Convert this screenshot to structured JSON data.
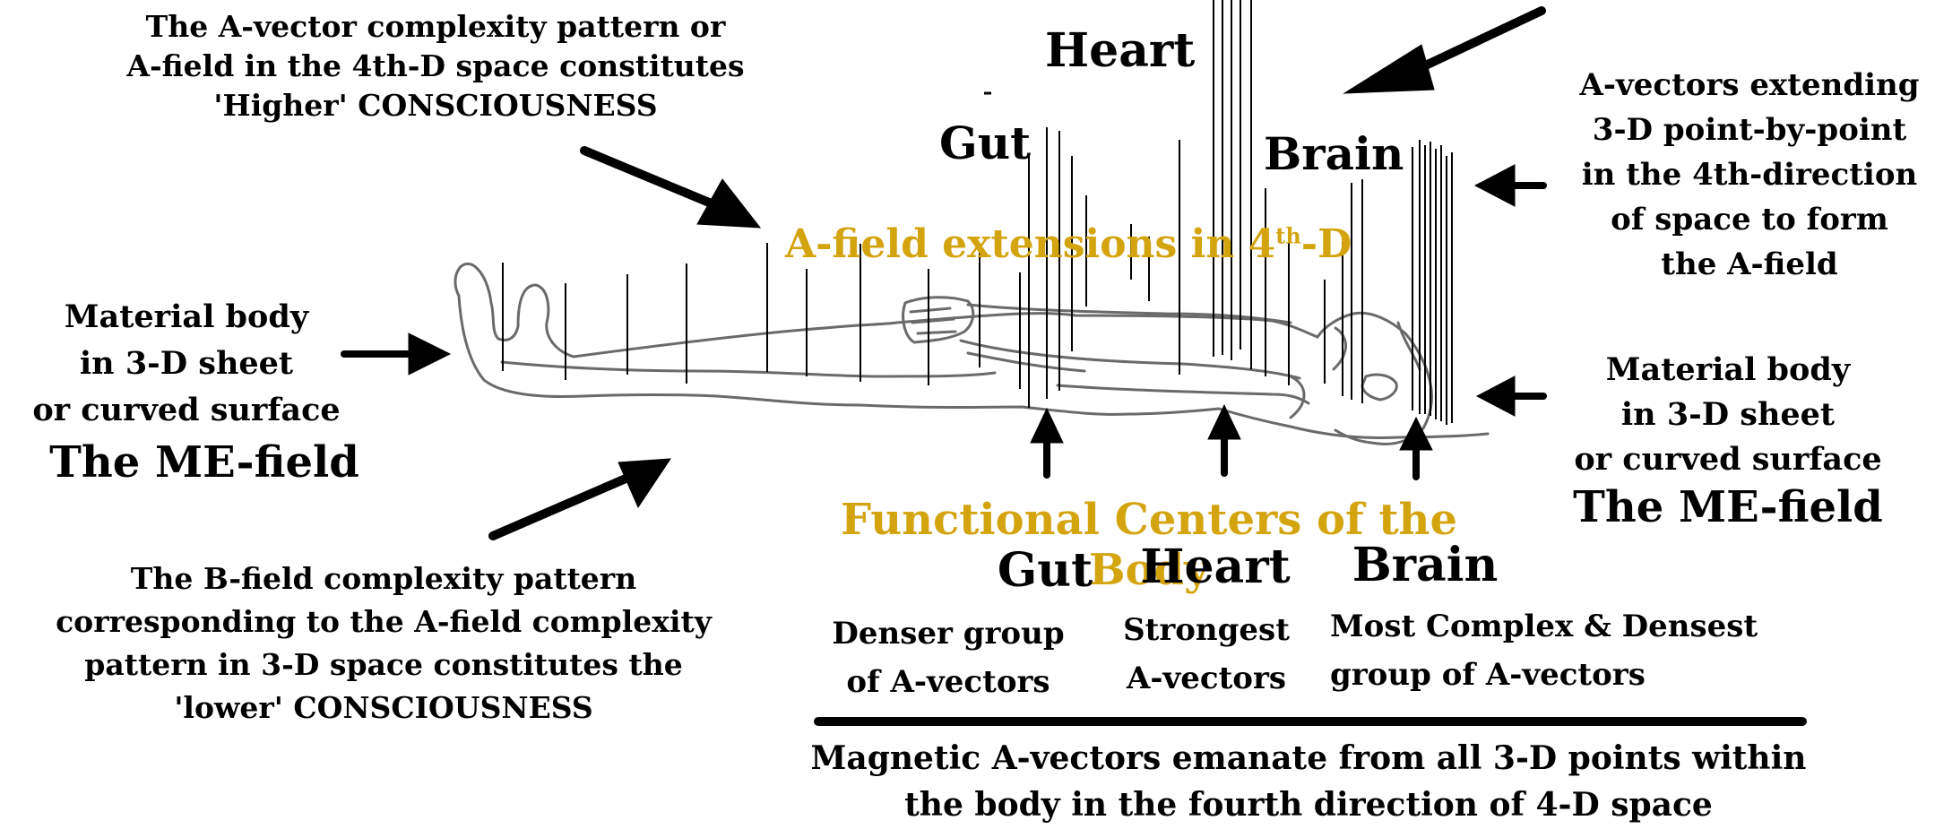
{
  "labels": {
    "heart_top": "Heart",
    "gut_top": "Gut",
    "brain_top": "Brain",
    "a_field_ext": "A-field extensions in 4",
    "a_field_ext_sup": "th",
    "a_field_ext_end": "-D",
    "top_left_note": "The A-vector complexity pattern or\nA-field in the 4th-D space constitutes\n'Higher' CONSCIOUSNESS",
    "right_note": "A-vectors extending\n3-D point-by-point\nin the 4th-direction\nof space to form\nthe A-field",
    "left_material": "Material body\nin 3-D sheet\nor curved surface",
    "left_me_field": "The ME-field",
    "right_material": "Material body\nin 3-D sheet\nor curved surface",
    "right_me_field": "The ME-field",
    "functional_centers": "Functional Centers of the Body",
    "gut_bottom": "Gut",
    "heart_bottom": "Heart",
    "brain_bottom": "Brain",
    "gut_desc": "Denser group\nof A-vectors",
    "heart_desc": "Strongest\nA-vectors",
    "brain_desc": "Most Complex & Densest\ngroup of A-vectors",
    "bottom_left_note": "The B-field complexity pattern\ncorresponding to the A-field complexity\npattern in 3-D space constitutes the\n'lower' CONSCIOUSNESS",
    "footer_note": "Magnetic A-vectors emanate from all 3-D points within\nthe body in the fourth direction of 4-D space"
  },
  "colors": {
    "text": "#000000",
    "accent": "#d4a40f",
    "background": "#ffffff"
  }
}
